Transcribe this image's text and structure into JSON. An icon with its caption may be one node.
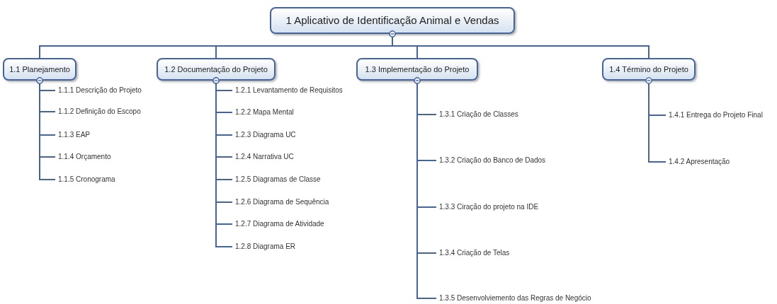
{
  "diagram": {
    "nodes": [
      {
        "text": [
          "1 Aplicativo de Identificação Animal e Vendas"
        ]
      },
      {
        "text": [
          "1.1 Planejamento"
        ]
      },
      {
        "text": [
          "1.2 Documentação do Projeto"
        ]
      },
      {
        "text": [
          "1.3 Implementação do Projeto"
        ]
      },
      {
        "text": [
          "1.4 Término do Projeto"
        ]
      },
      {
        "text": [
          "1.1.1 Descrição do Projeto"
        ]
      },
      {
        "text": [
          "1.1.2 Definição do Escopo"
        ]
      },
      {
        "text": [
          "1.1.3 EAP"
        ]
      },
      {
        "text": [
          "1.1.4 Orçamento"
        ]
      },
      {
        "text": [
          "1.1.5 Cronograma"
        ]
      },
      {
        "text": [
          "1.2.1 Levantamento de Requisitos"
        ]
      },
      {
        "text": [
          "1.2.2 Mapa Mental"
        ]
      },
      {
        "text": [
          "1.2.3 Diagrama UC"
        ]
      },
      {
        "text": [
          "1.2.4 Narrativa UC"
        ]
      },
      {
        "text": [
          "1.2.5 Diagramas de Classe"
        ]
      },
      {
        "text": [
          "1.2.6 Diagrama de Sequência"
        ]
      },
      {
        "text": [
          "1.2.7 Diagrama de Atividade"
        ]
      },
      {
        "text": [
          "1.2.8 Diagrama ER"
        ]
      },
      {
        "text": [
          "1.3.1 Criação de Classes"
        ]
      },
      {
        "text": [
          "1.3.2 Criação do Banco de Dados"
        ]
      },
      {
        "text": [
          "1.3.3 Ciração do projeto na IDE"
        ]
      },
      {
        "text": [
          "1.3.4 Criação de Telas"
        ]
      },
      {
        "text": [
          "1.3.5 Desenvolviemento das Regras de Negócio"
        ]
      },
      {
        "text": [
          "1.4.1 Entrega do Projeto Final"
        ]
      },
      {
        "text": [
          "1.4.2 Apresentação"
        ]
      }
    ],
    "edges": [
      {
        "from": 0,
        "to": 1,
        "arrow": "other"
      },
      {
        "from": 0,
        "to": 2,
        "arrow": "other"
      },
      {
        "from": 0,
        "to": 3,
        "arrow": "other"
      },
      {
        "from": 0,
        "to": 4,
        "arrow": "other"
      },
      {
        "from": 1,
        "to": 5,
        "arrow": "other"
      },
      {
        "from": 1,
        "to": 6,
        "arrow": "other"
      },
      {
        "from": 1,
        "to": 7,
        "arrow": "other"
      },
      {
        "from": 1,
        "to": 8,
        "arrow": "other"
      },
      {
        "from": 1,
        "to": 9,
        "arrow": "other"
      },
      {
        "from": 2,
        "to": 10,
        "arrow": "other"
      },
      {
        "from": 2,
        "to": 11,
        "arrow": "other"
      },
      {
        "from": 2,
        "to": 12,
        "arrow": "other"
      },
      {
        "from": 2,
        "to": 13,
        "arrow": "other"
      },
      {
        "from": 2,
        "to": 14,
        "arrow": "other"
      },
      {
        "from": 2,
        "to": 15,
        "arrow": "other"
      },
      {
        "from": 2,
        "to": 16,
        "arrow": "other"
      },
      {
        "from": 2,
        "to": 17,
        "arrow": "other"
      },
      {
        "from": 3,
        "to": 18,
        "arrow": "other"
      },
      {
        "from": 3,
        "to": 19,
        "arrow": "other"
      },
      {
        "from": 3,
        "to": 20,
        "arrow": "other"
      },
      {
        "from": 3,
        "to": 21,
        "arrow": "other"
      },
      {
        "from": 3,
        "to": 22,
        "arrow": "other"
      },
      {
        "from": 4,
        "to": 23,
        "arrow": "other"
      },
      {
        "from": 4,
        "to": 24,
        "arrow": "other"
      }
    ]
  }
}
